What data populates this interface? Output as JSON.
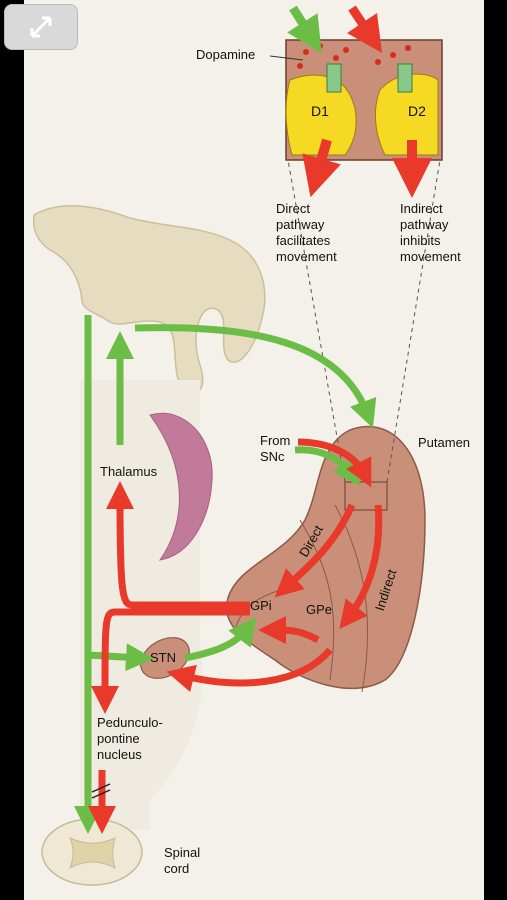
{
  "toolbar": {
    "fullscreen_icon": "expand-arrows-icon"
  },
  "inset": {
    "dopamine": "Dopamine",
    "d1": "D1",
    "d2": "D2",
    "direct_caption": [
      "Direct",
      "pathway",
      "facilitates",
      "movement"
    ],
    "indirect_caption": [
      "Indirect",
      "pathway",
      "inhibits",
      "movement"
    ]
  },
  "labels": {
    "putamen": "Putamen",
    "from_snc": [
      "From",
      "SNc"
    ],
    "thalamus": "Thalamus",
    "direct": "Direct",
    "indirect": "Indirect",
    "gpi": "GPi",
    "gpe": "GPe",
    "stn": "STN",
    "ppn": [
      "Pedunculo-",
      "pontine",
      "nucleus"
    ],
    "spinal": [
      "Spinal",
      "cord"
    ]
  },
  "colors": {
    "excitatory": "#6cbd45",
    "inhibitory": "#e8392b",
    "nucleus": "#c98f78",
    "cortex": "#e6dcc0",
    "thalamus_shape": "#c27a9a",
    "receptor": "#f6d923"
  }
}
